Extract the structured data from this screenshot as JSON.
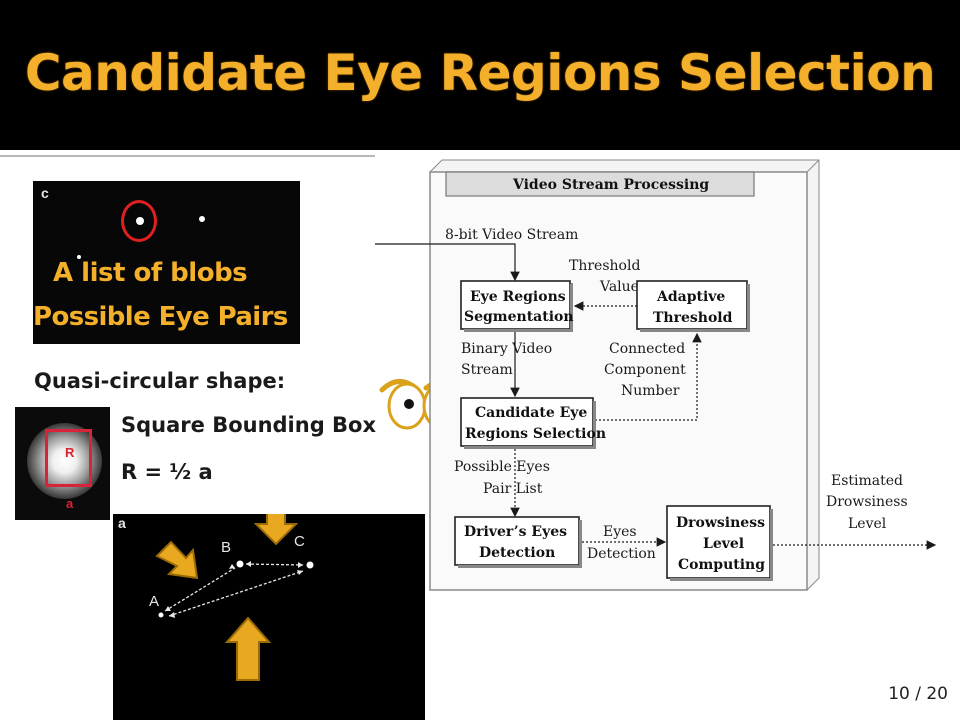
{
  "slide": {
    "title": "Candidate Eye Regions Selection",
    "page_number": "10 / 20"
  },
  "blob_image": {
    "corner_letter": "c",
    "caption_line1": "A list of blobs",
    "caption_line2": "Possible Eye Pairs"
  },
  "quasi": {
    "heading": "Quasi-circular shape:",
    "bounding_box": "Square Bounding Box",
    "radius_rule": "R = ½ a"
  },
  "bbox_image": {
    "r_label": "R",
    "a_label": "a"
  },
  "geometry_image": {
    "corner_letter": "a",
    "point_a": "A",
    "point_b": "B",
    "point_c": "C"
  },
  "flow": {
    "outer_title": "Video Stream Processing",
    "input_label": "8-bit Video Stream",
    "threshold_value_line1": "Threshold",
    "threshold_value_line2": "Value",
    "eye_seg_line1": "Eye Regions",
    "eye_seg_line2": "Segmentation",
    "adaptive_line1": "Adaptive",
    "adaptive_line2": "Threshold",
    "binary_line1": "Binary Video",
    "binary_line2": "Stream",
    "connected_line1": "Connected",
    "connected_line2": "Component",
    "connected_line3": "Number",
    "cand_line1": "Candidate Eye",
    "cand_line2": "Regions Selection",
    "pairs_line1": "Possible Eyes",
    "pairs_line2": "Pair List",
    "driver_line1": "Driver’s Eyes",
    "driver_line2": "Detection",
    "eyes_det_line1": "Eyes",
    "eyes_det_line2": "Detection",
    "drowsy_line1": "Drowsiness",
    "drowsy_line2": "Level",
    "drowsy_line3": "Computing",
    "estimated_line1": "Estimated",
    "estimated_line2": "Drowsiness",
    "estimated_line3": "Level"
  },
  "colors": {
    "accent": "#f4b02a",
    "circle_red": "#e02020",
    "background": "#000000"
  }
}
